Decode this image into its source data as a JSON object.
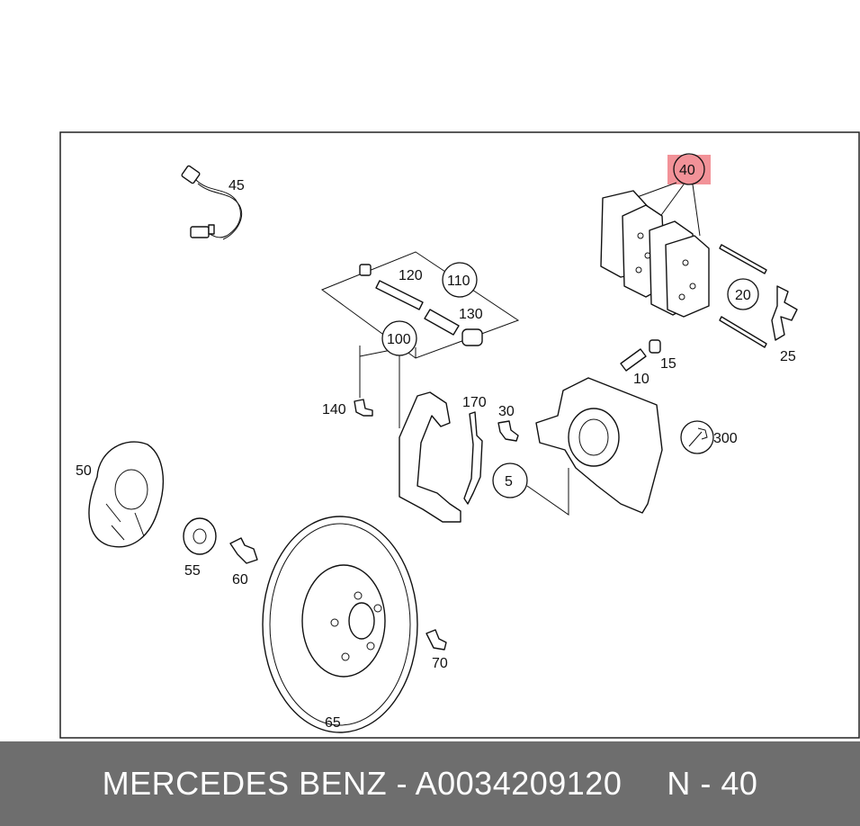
{
  "callouts": {
    "c45": "45",
    "c40": "40",
    "c120": "120",
    "c110": "110",
    "c130": "130",
    "c100": "100",
    "c20": "20",
    "c25": "25",
    "c10": "10",
    "c15": "15",
    "c140": "140",
    "c170": "170",
    "c30": "30",
    "c5": "5",
    "c300": "300",
    "c50": "50",
    "c55": "55",
    "c60": "60",
    "c70": "70",
    "c65": "65"
  },
  "footer": {
    "brand_part": "MERCEDES BENZ - A0034209120",
    "position": "N - 40"
  },
  "colors": {
    "highlight": "#f07f86",
    "footer_bg": "#6e6e6e"
  }
}
